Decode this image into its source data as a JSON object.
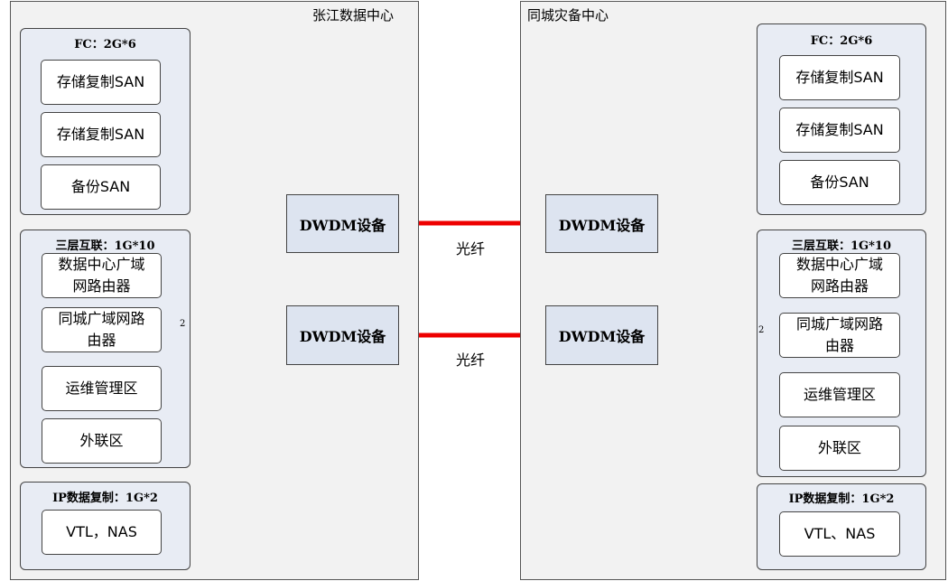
{
  "left_center": {
    "title": "张江数据中心",
    "groups": [
      {
        "title": "FC：2G*6",
        "devices": [
          "存储复制SAN",
          "存储复制SAN",
          "备份SAN"
        ]
      },
      {
        "title": "三层互联：1G*10",
        "devices": [
          "数据中心广域\n网路由器",
          "同城广域网路\n由器",
          "运维管理区",
          "外联区"
        ]
      },
      {
        "title": "IP数据复制：1G*2",
        "devices": [
          "VTL，NAS"
        ]
      }
    ],
    "dwdm": [
      "DWDM设备",
      "DWDM设备"
    ],
    "port_label": "2"
  },
  "right_center": {
    "title": "同城灾备中心",
    "groups": [
      {
        "title": "FC：2G*6",
        "devices": [
          "存储复制SAN",
          "存储复制SAN",
          "备份SAN"
        ]
      },
      {
        "title": "三层互联：1G*10",
        "devices": [
          "数据中心广域\n网路由器",
          "同城广域网路\n由器",
          "运维管理区",
          "外联区"
        ]
      },
      {
        "title": "IP数据复制：1G*2",
        "devices": [
          "VTL、NAS"
        ]
      }
    ],
    "dwdm": [
      "DWDM设备",
      "DWDM设备"
    ],
    "port_label": "2"
  },
  "links": [
    {
      "label": "光纤",
      "color": "#ee0000"
    },
    {
      "label": "光纤",
      "color": "#ee0000"
    }
  ]
}
